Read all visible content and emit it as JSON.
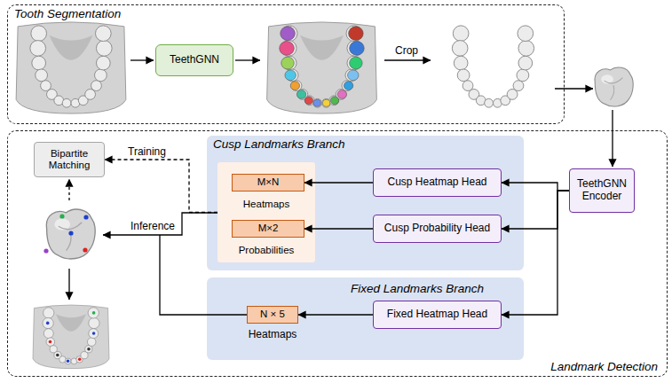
{
  "diagram": {
    "nodes": [
      {
        "text": [
          "Tooth Segmentation"
        ]
      },
      {
        "text": [
          "TeethGNN"
        ],
        "in": 0
      },
      {
        "text": [
          "Landmark Detection"
        ]
      },
      {
        "text": [
          "Bipartite Matching"
        ],
        "in": 2
      },
      {
        "text": [
          "Cusp Landmarks Branch"
        ],
        "in": 2
      },
      {
        "text": [
          "Heatmaps",
          "Probabilities"
        ],
        "in": 4
      },
      {
        "text": [
          "M×N"
        ],
        "in": 5
      },
      {
        "text": [
          "M×2"
        ],
        "in": 5
      },
      {
        "text": [
          "Cusp Heatmap Head"
        ],
        "in": 4
      },
      {
        "text": [
          "Cusp Probability Head"
        ],
        "in": 4
      },
      {
        "text": [
          "TeethGNN Encoder"
        ],
        "in": 2
      },
      {
        "text": [
          "Fixed Landmarks Branch"
        ],
        "in": 2
      },
      {
        "text": [
          "N × 5"
        ],
        "in": 11
      },
      {
        "text": [
          "Fixed Heatmap Head"
        ],
        "in": 11
      }
    ],
    "edges": [
      {
        "from": 10,
        "to": 8,
        "arrow": "to"
      },
      {
        "from": 10,
        "to": 9,
        "arrow": "to"
      },
      {
        "from": 10,
        "to": 13,
        "arrow": "to"
      },
      {
        "from": 8,
        "to": 6,
        "arrow": "to"
      },
      {
        "from": 9,
        "to": 7,
        "arrow": "to"
      },
      {
        "from": 13,
        "to": 12,
        "arrow": "to"
      },
      {
        "from": 5,
        "to": 3,
        "label": "Training",
        "arrow": "to"
      }
    ],
    "labels": [
      "Crop",
      "Inference",
      "Heatmaps"
    ]
  }
}
